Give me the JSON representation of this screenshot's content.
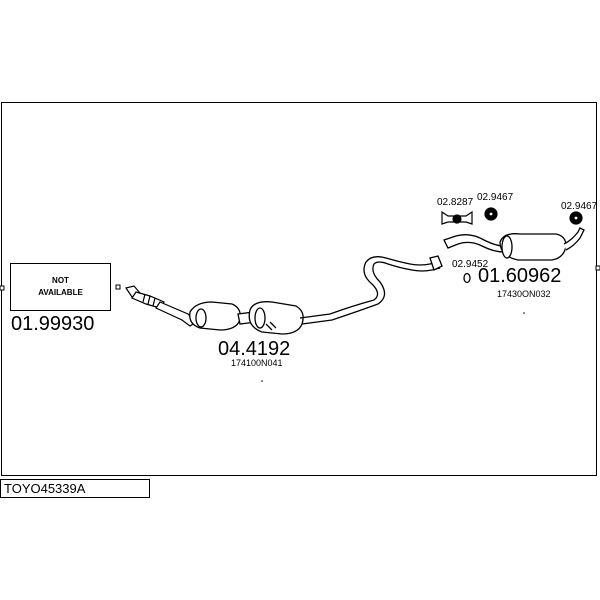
{
  "diagram": {
    "not_available_line1": "NOT",
    "not_available_line2": "AVAILABLE",
    "parts": [
      {
        "code": "01.99930"
      },
      {
        "code": "04.4192",
        "oe": "174100N041"
      },
      {
        "code": "02.8287"
      },
      {
        "code": "02.9467"
      },
      {
        "code": "02.9452"
      },
      {
        "code": "01.60962",
        "oe": "17430ON032"
      },
      {
        "code": "02.9467"
      }
    ],
    "reference": "TOYO45339A"
  },
  "colors": {
    "line": "#000000",
    "background": "#ffffff"
  }
}
